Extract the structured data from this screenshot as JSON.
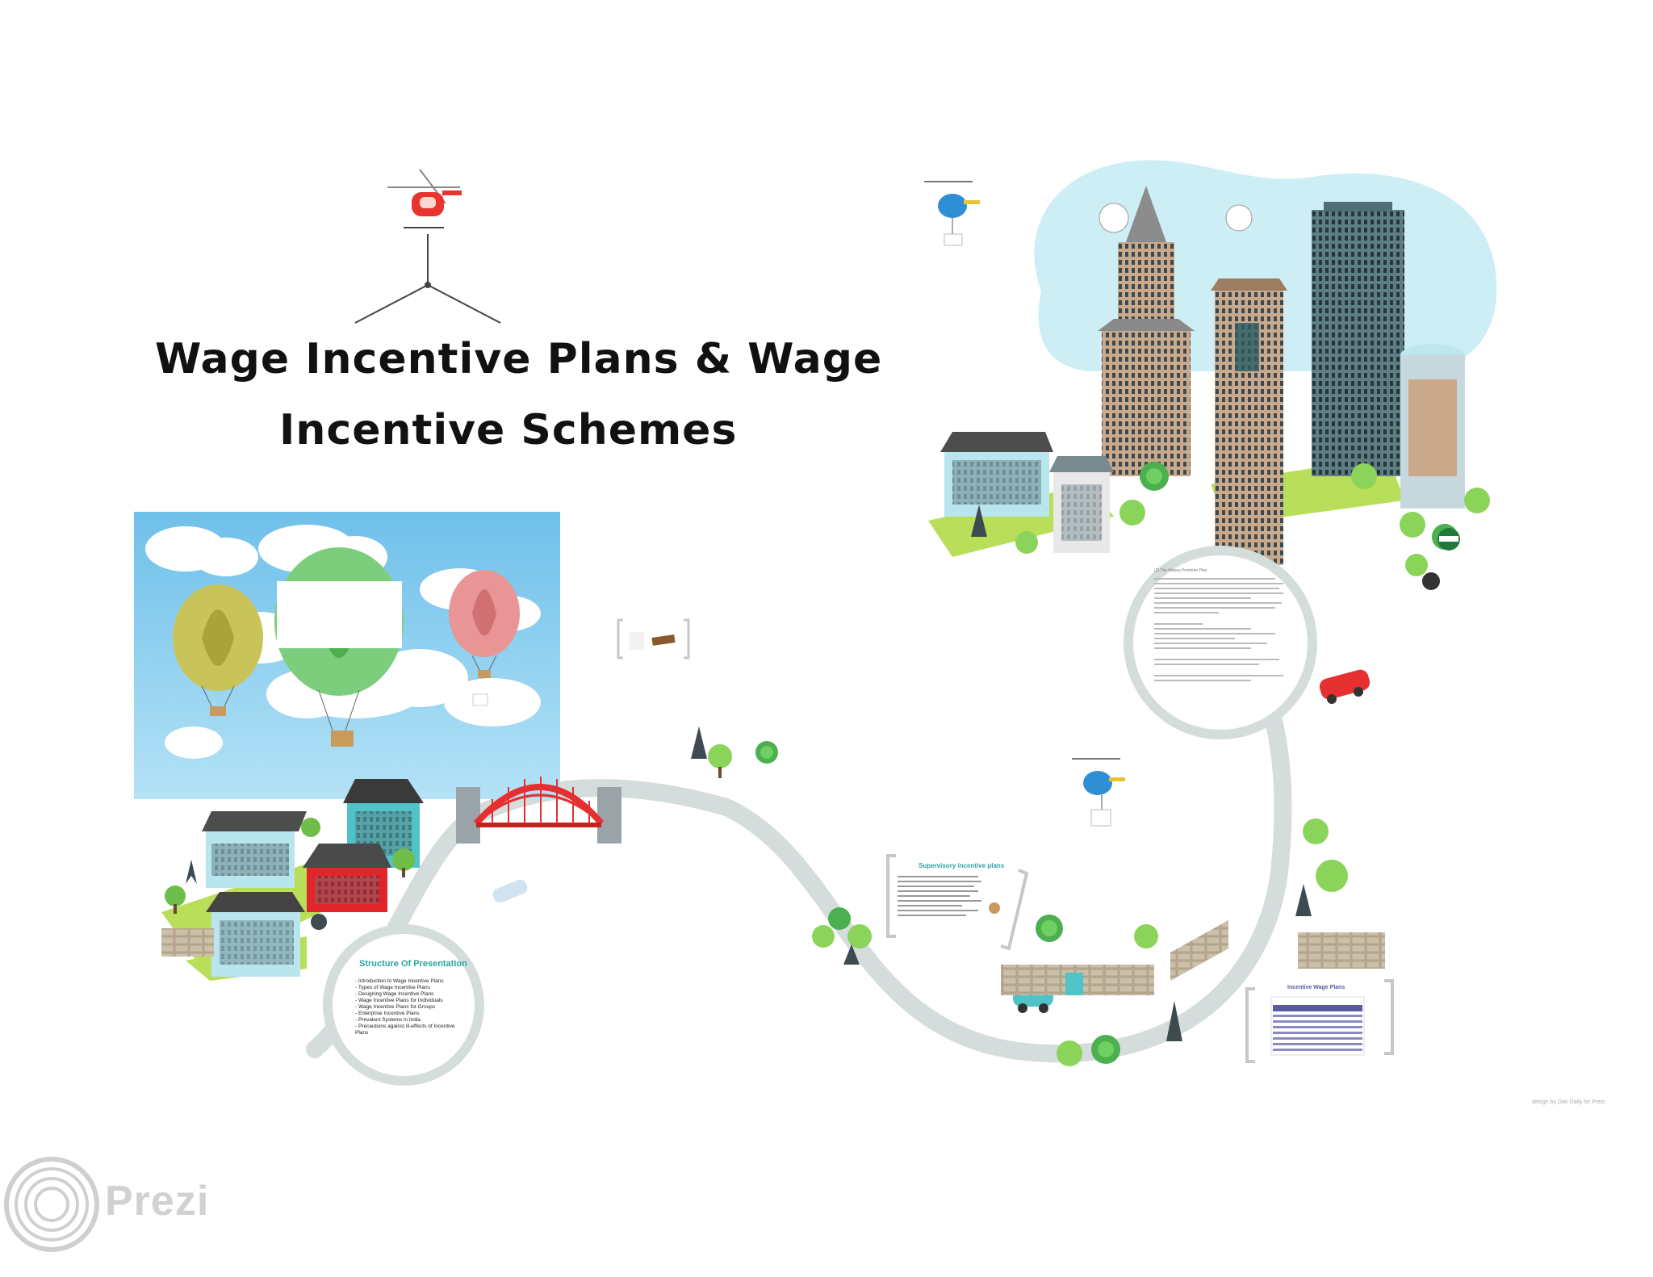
{
  "title": {
    "line1": "Wage Incentive Plans & Wage",
    "line2": "Incentive Schemes"
  },
  "structure": {
    "heading": "Structure Of Presentation",
    "items": [
      "- Introduction to Wage Incentive Plans",
      "- Types of Wage Incentive Plans",
      "- Designing Wage Incentive Plans",
      "- Wage Incentive Plans for Individuals",
      "- Wage Incentive Plans for Groups",
      "- Enterprise Incentive Plans",
      "- Prevalent Systems in India",
      "- Precautions against ill-effects of Incentive",
      "  Plans"
    ]
  },
  "supervisory": {
    "heading": "Supervisory incentive plans"
  },
  "incentive_table": {
    "heading": "Incentive Wage Plans"
  },
  "halsey": {
    "heading": "(2) The Halsey Premium Plan"
  },
  "credit": "design by Dan Daily for Prezi",
  "brand": "Prezi",
  "colors": {
    "sky": "#8fd0ef",
    "road": "#d5dcdc",
    "teal": "#2aa3a3",
    "bridge": "#e53030",
    "city_blob": "#cdeef5",
    "grass": "#b9de5a",
    "tree": "#4caf50"
  }
}
